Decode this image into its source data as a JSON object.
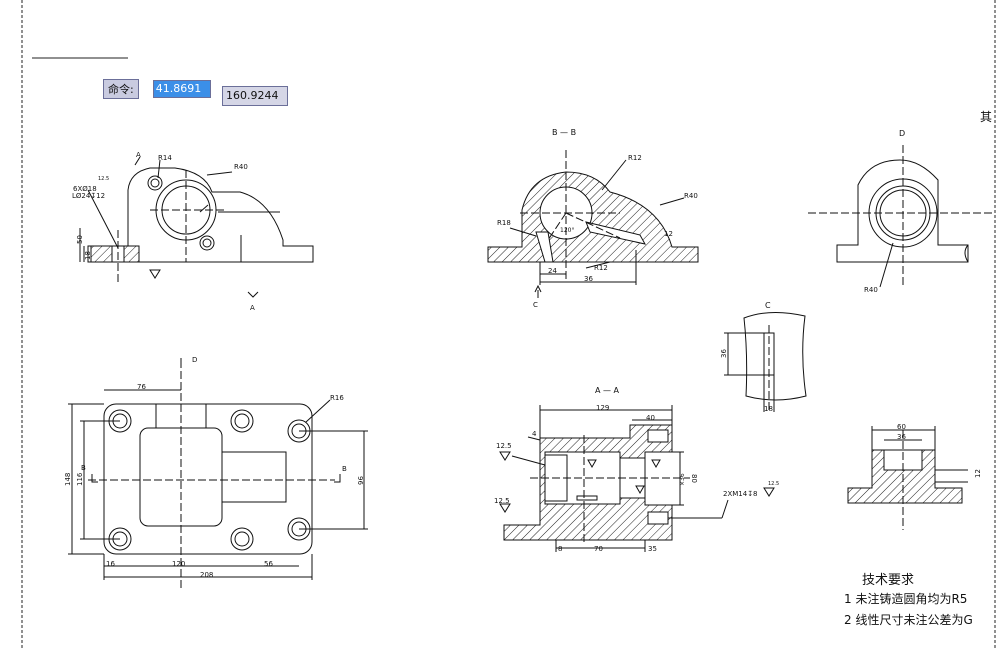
{
  "command": {
    "label": "命令:",
    "x_value": "41.8691",
    "y_value": "160.9244"
  },
  "views": {
    "front": {
      "label_a_top": "A",
      "label_a_bottom": "A",
      "r14": "R14",
      "r40": "R40",
      "holes": "6XØ18",
      "holes2": "LØ24↧12",
      "dim50": "50",
      "dim18": "18",
      "rough": "12.5"
    },
    "section_bb": {
      "title": "B — B",
      "r12_top": "R12",
      "r40": "R40",
      "r18": "R18",
      "dim12": "12",
      "dim24": "24",
      "dim36": "36",
      "r12_bottom": "R12",
      "angle": "120°",
      "label_c": "C"
    },
    "side_d": {
      "title": "D",
      "r40": "R40"
    },
    "view_c": {
      "title": "C",
      "dim36": "36",
      "dim18": "18"
    },
    "top": {
      "label_d": "D",
      "r16": "R16",
      "dim76": "76",
      "dim148": "148",
      "dim116": "116",
      "dim96": "96",
      "dim16": "16",
      "dim120": "120",
      "dim56": "56",
      "dim208": "208",
      "label_b_left": "B",
      "label_b_right": "B"
    },
    "section_aa": {
      "title": "A — A",
      "dim129": "129",
      "dim40": "40",
      "dim4": "4",
      "dim8": "8",
      "dim70": "70",
      "dim35": "35",
      "dim80": "80",
      "rough1": "12.5",
      "rough2": "12.5",
      "rough3": "12.5",
      "d36": "×36",
      "thread": "2XM14↧8"
    },
    "detail": {
      "dim60": "60",
      "dim36": "36",
      "dim12": "12"
    }
  },
  "notes": {
    "corner": "其",
    "title": "技术要求",
    "line1": "1 未注铸造圆角均为R5",
    "line2": "2 线性尺寸未注公差为G"
  }
}
